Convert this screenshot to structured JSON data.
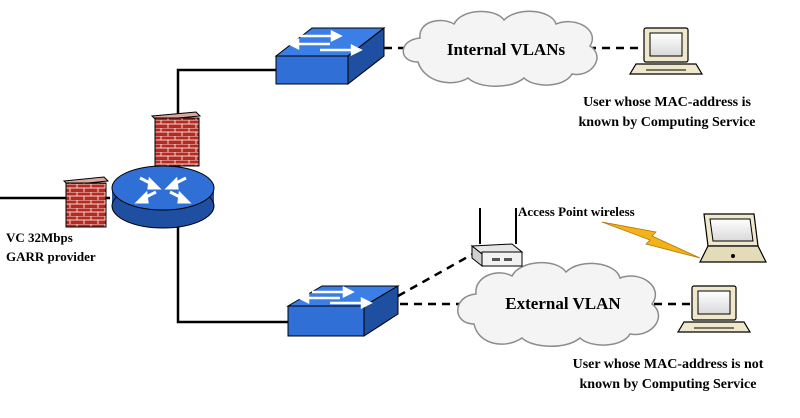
{
  "clouds": {
    "internal": "Internal VLANs",
    "external": "External VLAN"
  },
  "access_point": {
    "label": "Access Point wireless"
  },
  "uplink": {
    "line1": "VC 32Mbps",
    "line2": "GARR provider"
  },
  "users": {
    "known_line1": "User whose MAC-address is",
    "known_line2": "known by Computing Service",
    "unknown_line1": "User whose MAC-address is not",
    "unknown_line2": "known by Computing Service"
  },
  "colors": {
    "device_blue": "#2f6fd6",
    "device_blue_dark": "#1f4fa0",
    "firewall_red": "#b52a22",
    "lightning_yellow": "#f2b21a",
    "computer_beige": "#efe8cc"
  },
  "icons": [
    "router-icon",
    "firewall-icon",
    "switch-icon",
    "cloud-icon",
    "desktop-computer-icon",
    "laptop-computer-icon",
    "wireless-access-point-icon",
    "lightning-bolt-icon"
  ]
}
